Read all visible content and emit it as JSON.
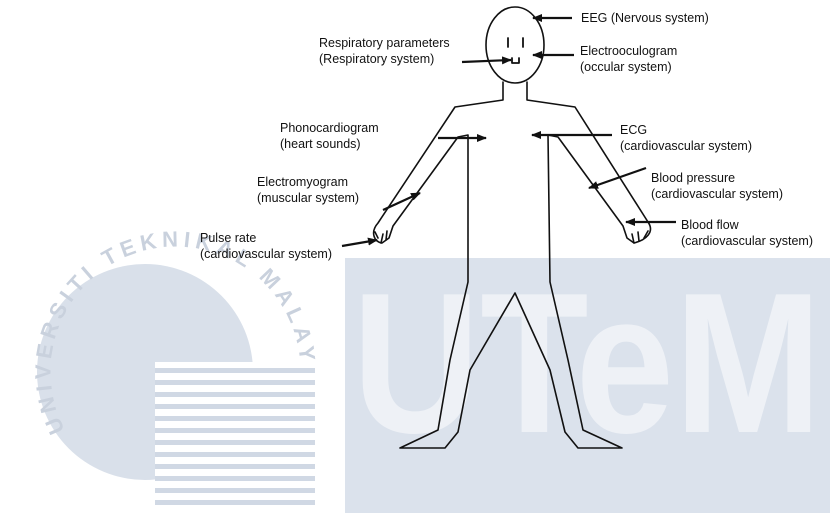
{
  "watermark": {
    "seal_text": "UNIVERSITI TEKNIKAL MALAYSIA MELAKA",
    "logo_text": "UTeM",
    "color_light": "#e1e6ee",
    "color_mid": "#d3dbe6"
  },
  "labels": {
    "eeg": "EEG (Nervous system)",
    "resp_1": "Respiratory parameters",
    "resp_2": "(Respiratory system)",
    "eog_1": "Electrooculogram",
    "eog_2": "(occular system)",
    "pcg_1": "Phonocardiogram",
    "pcg_2": "(heart sounds)",
    "ecg_1": "ECG",
    "ecg_2": "(cardiovascular system)",
    "emg_1": "Electromyogram",
    "emg_2": "(muscular system)",
    "bp_1": "Blood pressure",
    "bp_2": "(cardiovascular system)",
    "bf_1": "Blood flow",
    "bf_2": "(cardiovascular system)",
    "pulse_1": "Pulse rate",
    "pulse_2": "(cardiovascular system)"
  }
}
